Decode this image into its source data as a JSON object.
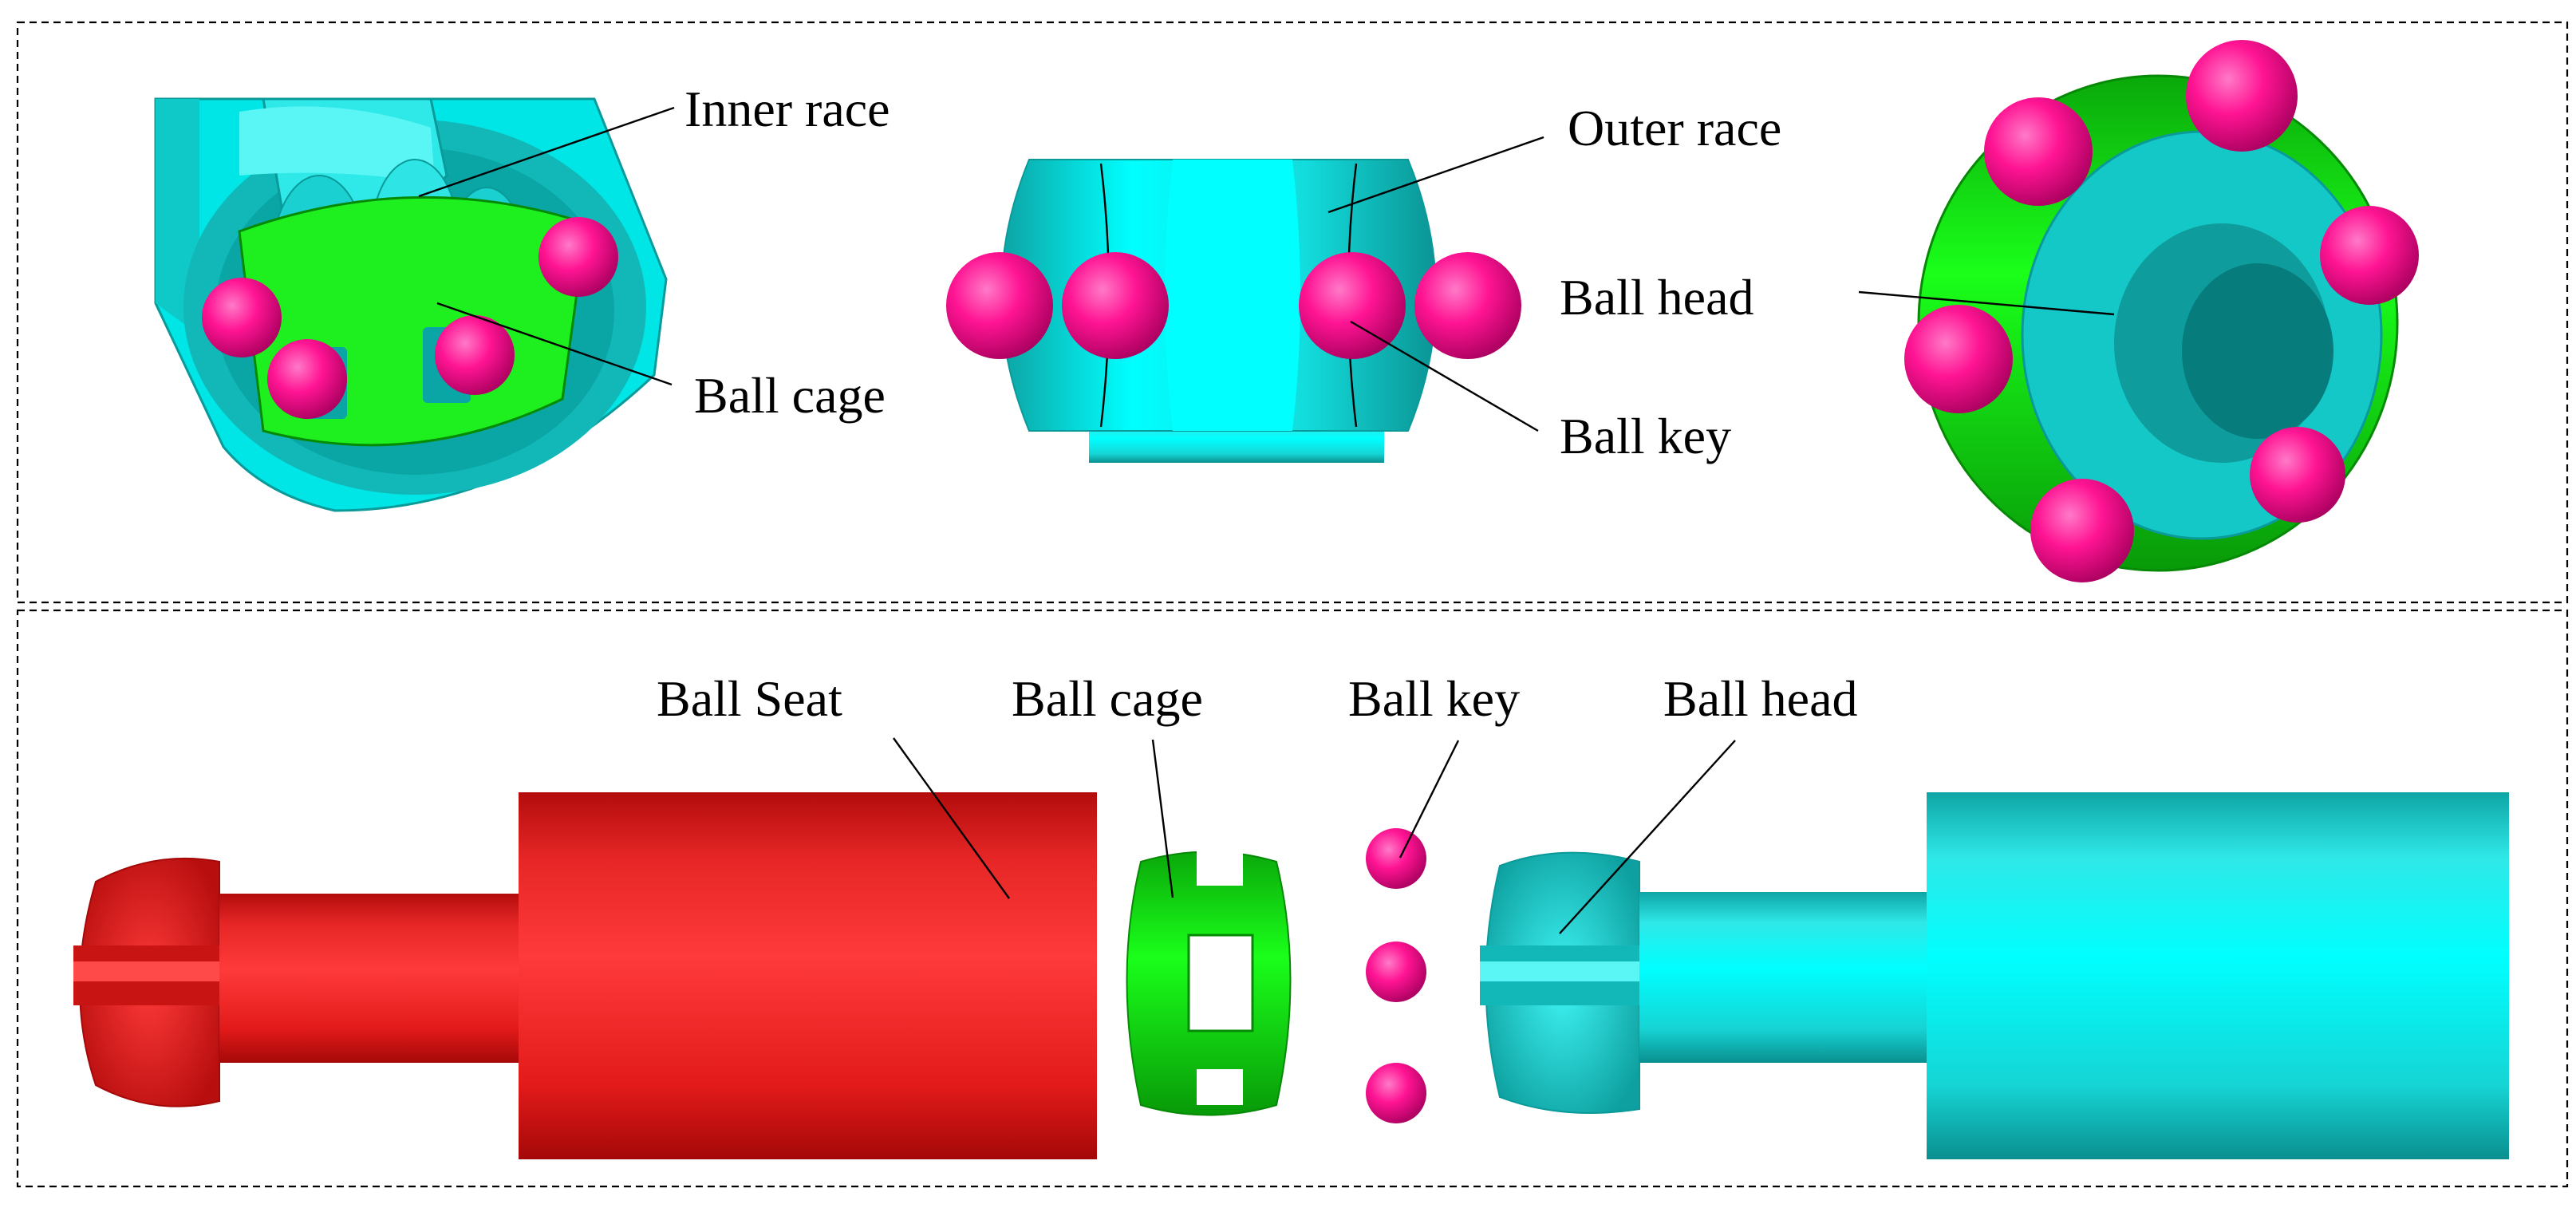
{
  "colors": {
    "cyan": "#00ffff",
    "green": "#00ff00",
    "magenta": "#ff1493",
    "red": "#ff2020"
  },
  "top_panel": {
    "joint_view": {
      "inner_race": "Inner race",
      "ball_cage": "Ball cage"
    },
    "inner_race_view": {
      "outer_race": "Outer race",
      "ball_key": "Ball key"
    },
    "cage_view": {
      "ball_head": "Ball head"
    }
  },
  "bottom_panel": {
    "ball_seat": "Ball Seat",
    "ball_cage": "Ball cage",
    "ball_key": "Ball key",
    "ball_head": "Ball head"
  }
}
